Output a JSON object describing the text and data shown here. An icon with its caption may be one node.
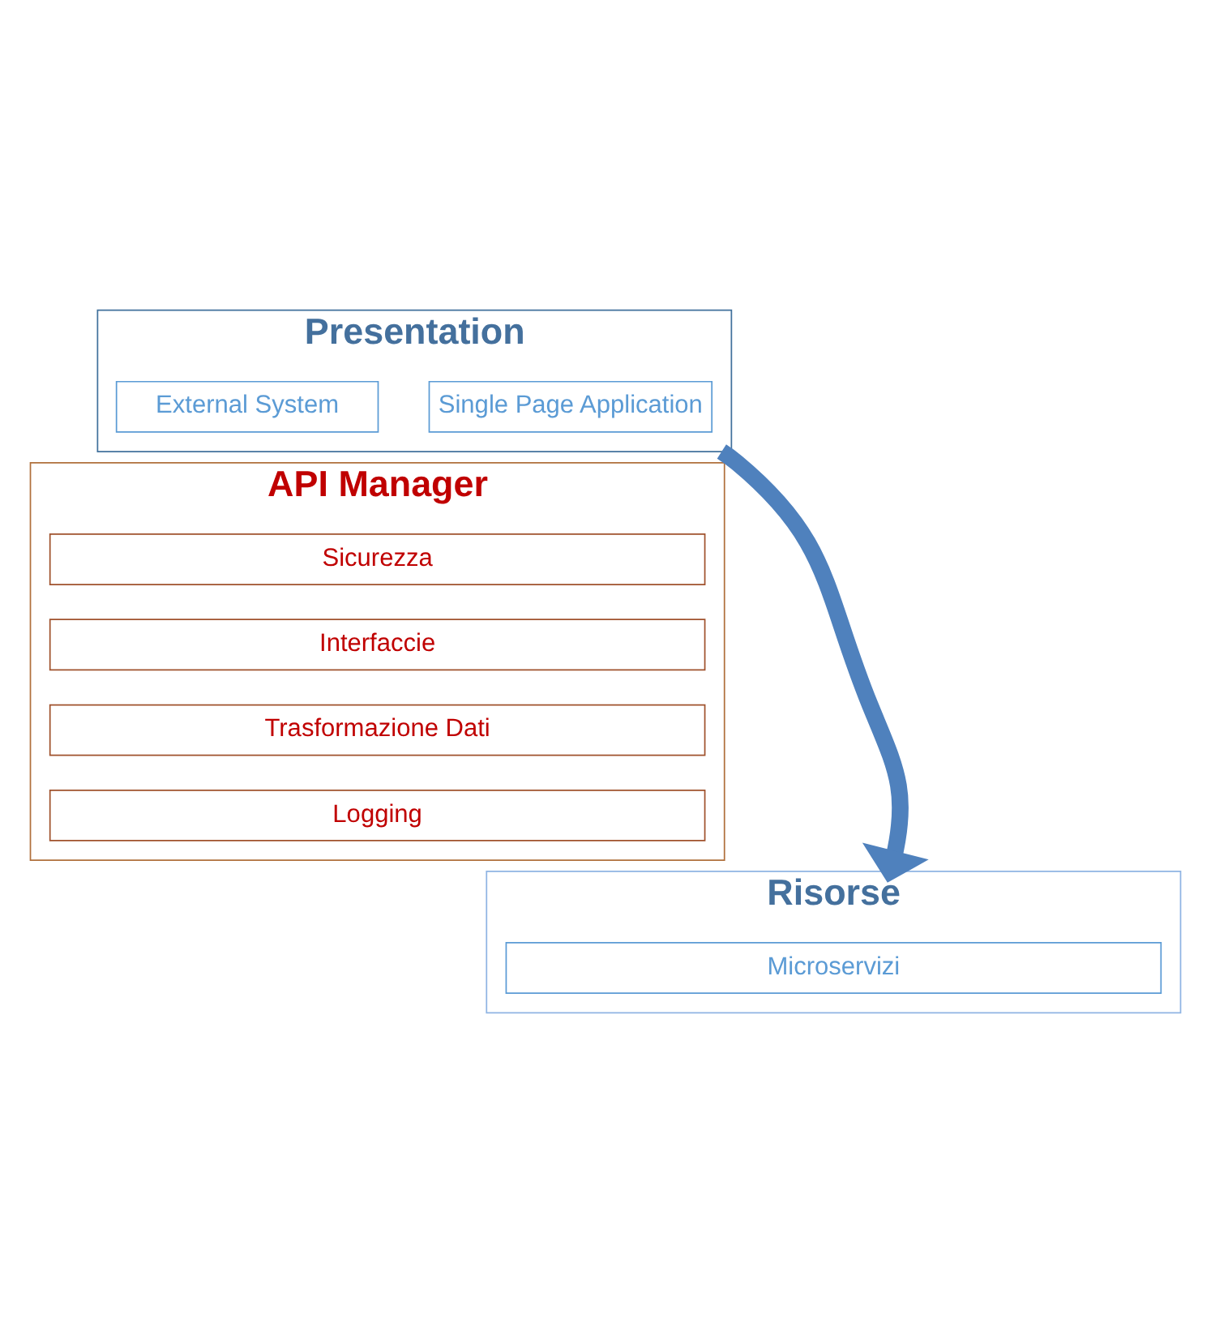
{
  "diagram": {
    "nodes": [
      {
        "text": [
          "Presentation"
        ]
      },
      {
        "text": [
          "Single Page Application"
        ],
        "in": 0
      },
      {
        "text": [
          "External System"
        ],
        "in": 0
      },
      {
        "text": [
          "API Manager"
        ]
      },
      {
        "text": [
          "Sicurezza"
        ],
        "in": 3
      },
      {
        "text": [
          "Interfaccie"
        ],
        "in": 3
      },
      {
        "text": [
          "Trasformazione Dati"
        ],
        "in": 3
      },
      {
        "text": [
          "Logging"
        ],
        "in": 3
      },
      {
        "text": [
          "Risorse"
        ]
      },
      {
        "text": [
          "Microservizi"
        ],
        "in": 8
      }
    ],
    "edges": [
      {
        "from": 0,
        "to": 8,
        "arrow": "to",
        "color": "#4f81bd"
      }
    ]
  }
}
